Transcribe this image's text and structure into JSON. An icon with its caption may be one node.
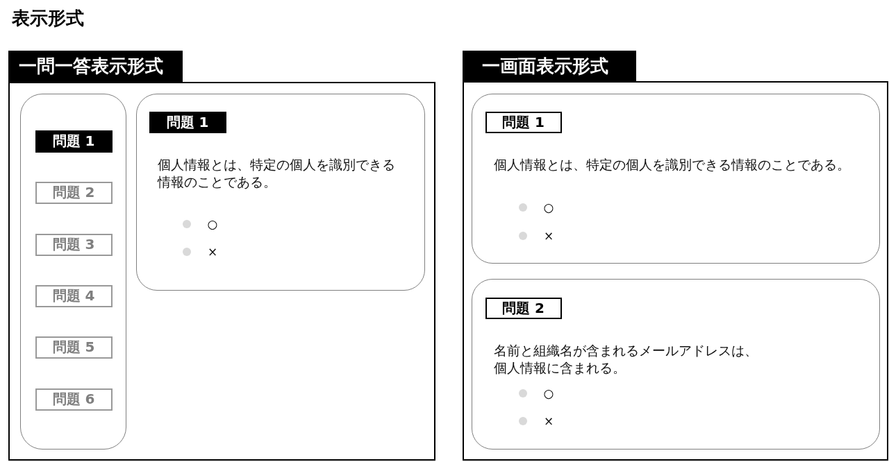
{
  "diagram": {
    "title": "表示形式",
    "nodes": [
      {
        "text": [
          "一問一答表示形式"
        ]
      },
      {
        "text": [],
        "shape": "box",
        "in": 0
      },
      {
        "text": [
          "問題 1"
        ],
        "in": 1
      },
      {
        "text": [
          "問題 2"
        ],
        "in": 1
      },
      {
        "text": [
          "問題 3"
        ],
        "in": 1
      },
      {
        "text": [
          "問題 4"
        ],
        "in": 1
      },
      {
        "text": [
          "問題 5"
        ],
        "in": 1
      },
      {
        "text": [
          "問題 6"
        ],
        "in": 1
      },
      {
        "text": [
          "個人情報とは、特定の個人を識別できる情報のことである。",
          "○",
          "×"
        ],
        "in": 0
      },
      {
        "text": [
          "問題 1"
        ],
        "in": 8
      },
      {
        "text": [
          "一画面表示形式"
        ]
      },
      {
        "text": [
          "個人情報とは、特定の個人を識別できる情報のことである。",
          "○",
          "×"
        ],
        "in": 10
      },
      {
        "text": [
          "問題 1"
        ],
        "in": 11
      },
      {
        "text": [
          "名前と組織名が含まれるメールアドレスは、個人情報に含まれる。",
          "○",
          "×"
        ],
        "in": 10
      },
      {
        "text": [
          "問題 2"
        ],
        "in": 13
      }
    ]
  }
}
